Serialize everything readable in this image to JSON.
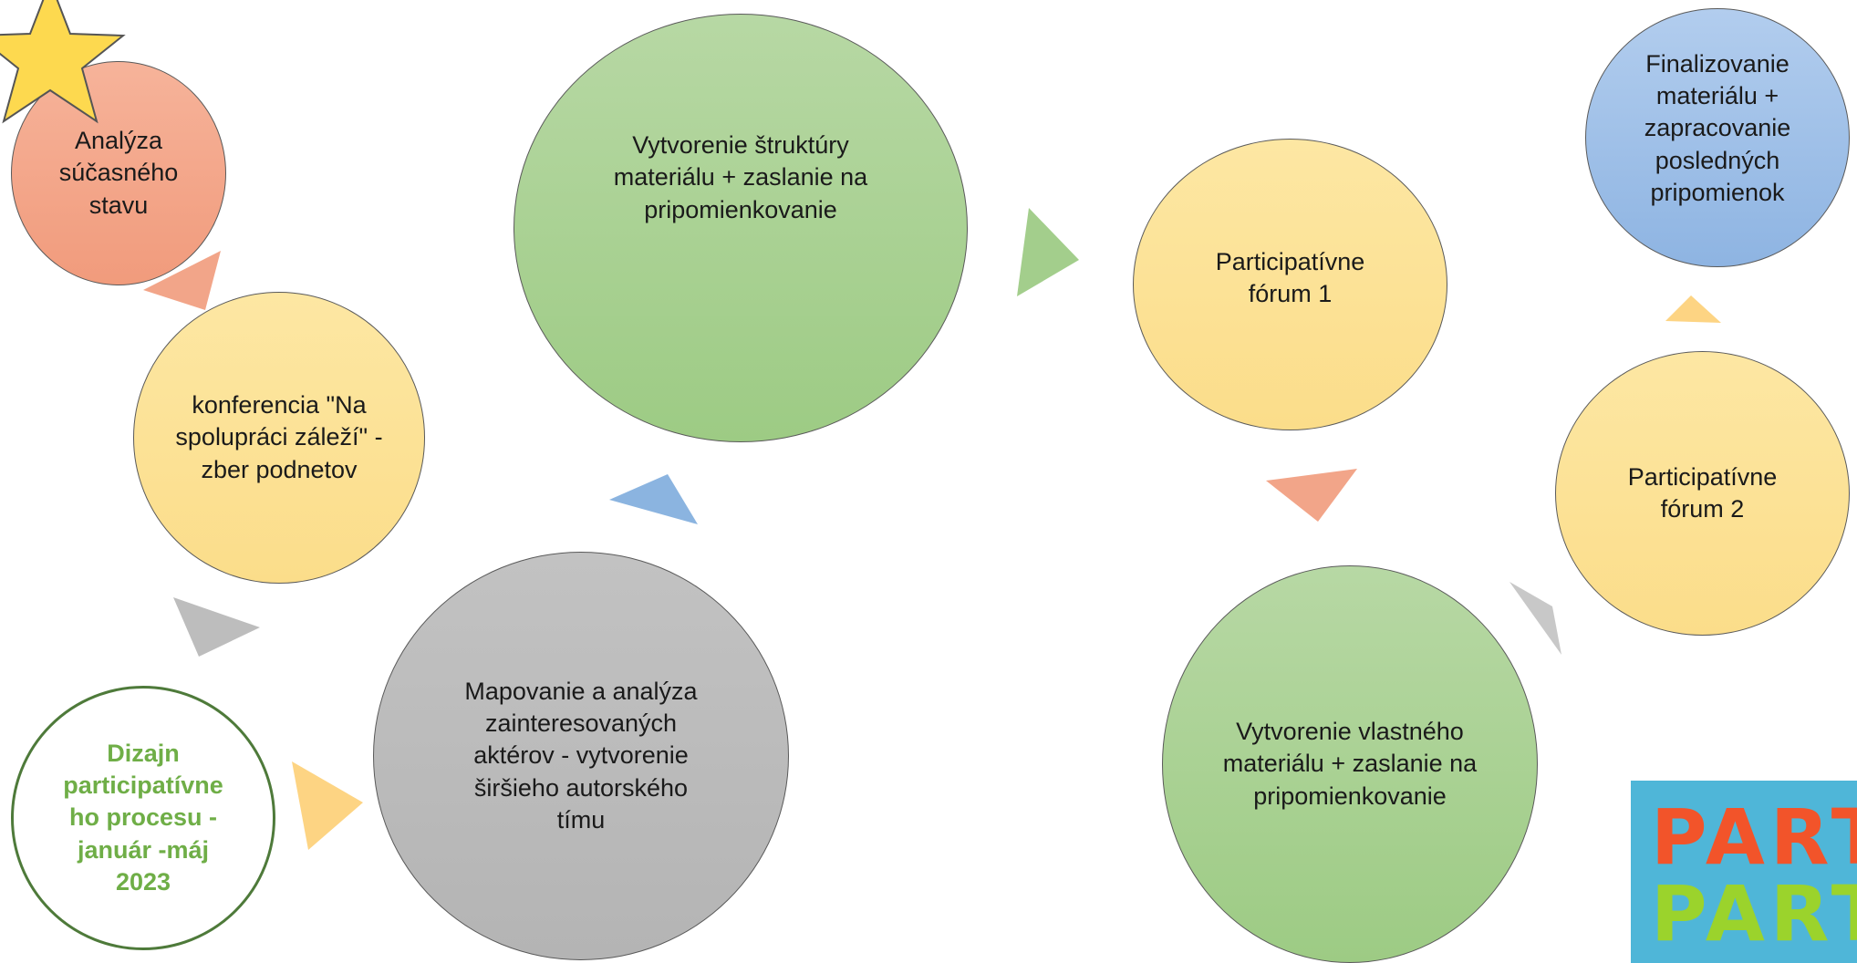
{
  "nodes": {
    "analyza": "Analýza súčasného stavu",
    "konferencia": "konferencia \"Na spolupráci záleží\" - zber podnetov",
    "dizajn": "Dizajn participatívne ho procesu - január -máj 2023",
    "mapovanie": "Mapovanie a analýza zainteresovaných aktérov - vytvorenie širšieho autorského tímu",
    "struktura": "Vytvorenie štruktúry materiálu + zaslanie na pripomienkovanie",
    "forum1": "Participatívne fórum 1",
    "vlastny": "Vytvorenie vlastného materiálu + zaslanie na pripomienkovanie",
    "forum2": "Participatívne fórum 2",
    "finalizovanie": "Finalizovanie materiálu + zapracovanie posledných pripomienok"
  },
  "logo": {
    "line1": "PART",
    "line2": "PART"
  },
  "colors": {
    "salmon": "#f19b7c",
    "yellow": "#fbdd8a",
    "green": "#9dcb84",
    "grey": "#b4b4b4",
    "blue": "#8eb4e2",
    "star": "#fdd94f"
  }
}
